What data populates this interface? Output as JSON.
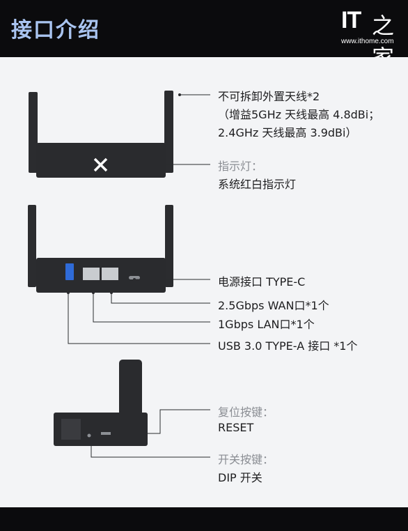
{
  "header": {
    "title": "接口介绍",
    "logo": {
      "mark": "IT",
      "mark_cn": "之家",
      "url": "www.ithome.com"
    }
  },
  "colors": {
    "title": "#a9c4f0",
    "panel_bg": "#f3f4f6",
    "device": "#2a2b2e",
    "port_blue": "#2f6bd8"
  },
  "annotations": {
    "antenna_line1": "不可拆卸外置天线*2",
    "antenna_line2": "（增益5GHz 天线最高 4.8dBi；",
    "antenna_line3": "2.4GHz 天线最高 3.9dBi）",
    "indicator_title": "指示灯：",
    "indicator_desc": "系统红白指示灯",
    "power_port": "电源接口 TYPE-C",
    "wan_port": "2.5Gbps WAN口*1个",
    "lan_port": "1Gbps LAN口*1个",
    "usb_port": "USB 3.0 TYPE-A 接口 *1个",
    "reset_title": "复位按键：",
    "reset_desc": "RESET",
    "dip_title": "开关按键：",
    "dip_desc": "DIP 开关"
  }
}
